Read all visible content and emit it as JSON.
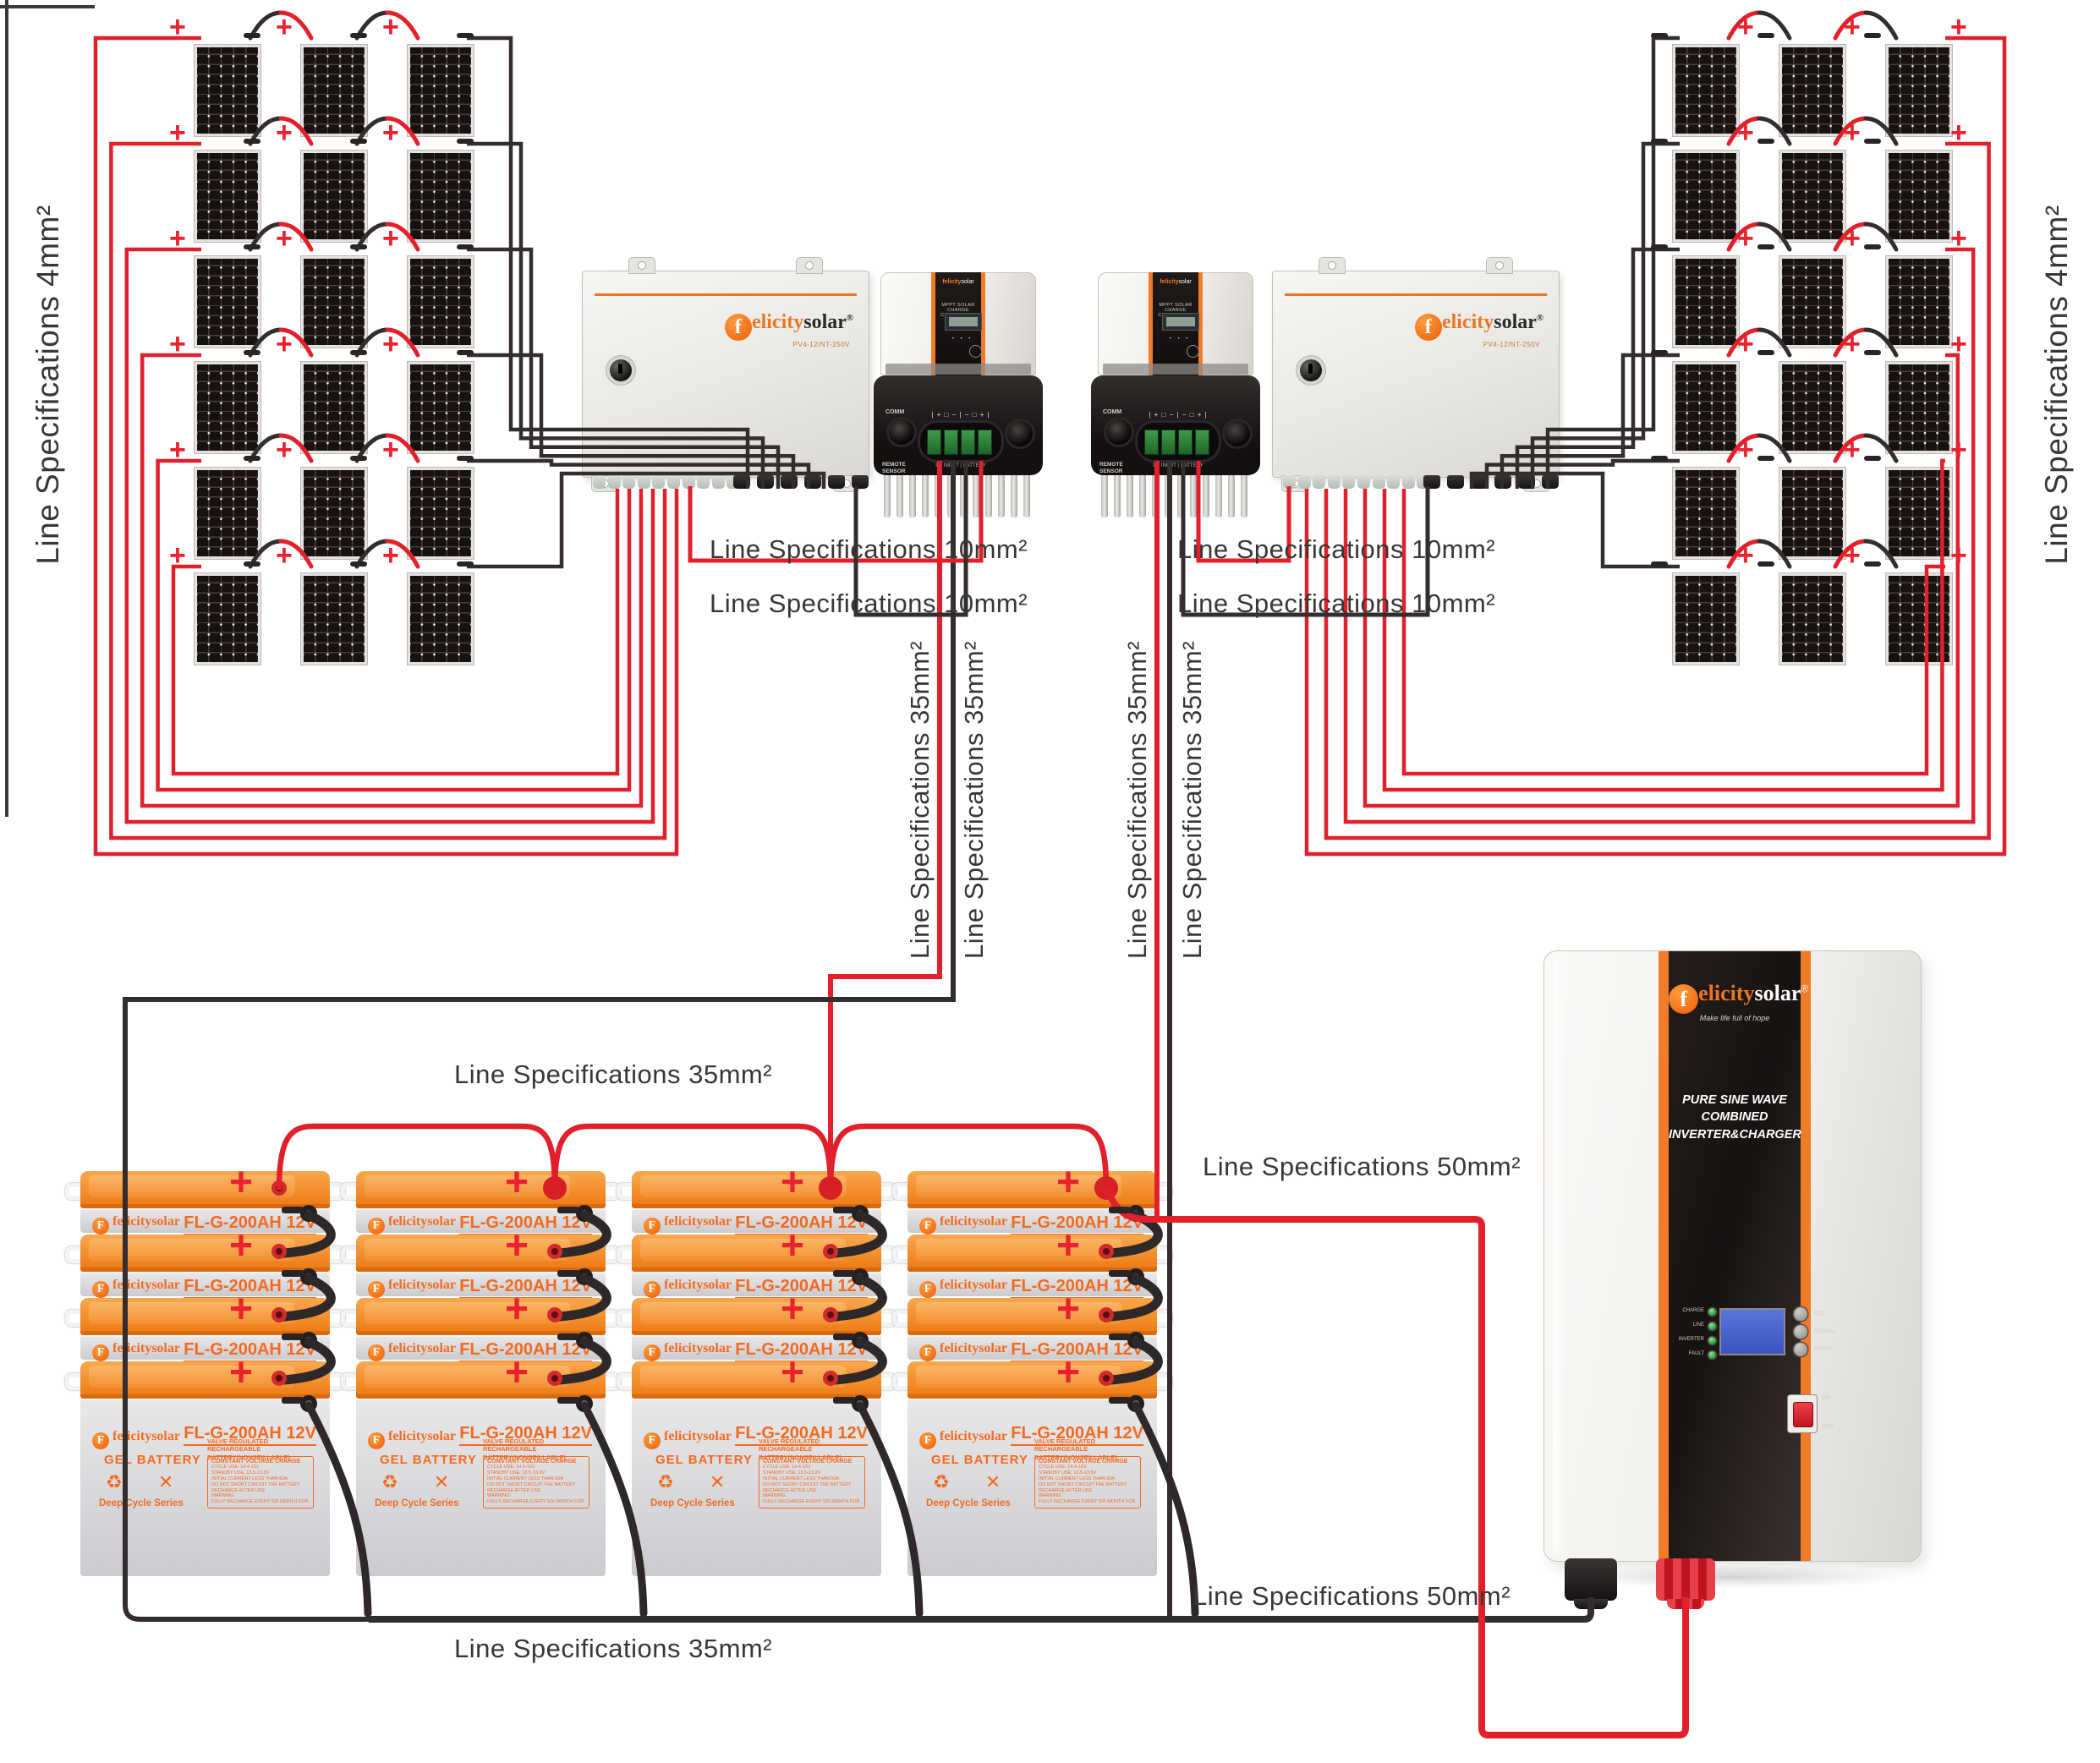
{
  "labels": {
    "spec4": "Line Specifications 4mm²",
    "spec10": "Line Specifications 10mm²",
    "spec35": "Line Specifications 35mm²",
    "spec50": "Line Specifications 50mm²"
  },
  "marks": {
    "plus": "+",
    "minus": "−"
  },
  "combiner": {
    "logo_f": "f",
    "logo_elicity": "elicity",
    "logo_solar": "solar",
    "logo_reg": "®",
    "subtitle": "PV4-12/NT-250V"
  },
  "controller": {
    "brand": "felicitysolar",
    "title": "MPPT SOLAR CHARGE CONTROLLER",
    "indicators": "• • •",
    "comm": "COMM",
    "remote_sensor_1": "REMOTE",
    "remote_sensor_2": "SENSOR",
    "terminal_marks": "| + □ − | − □ + |",
    "pv_bat": "PV INPUT   |   BATTERY"
  },
  "inverter": {
    "logo_f": "f",
    "logo_elicity": "elicity",
    "logo_solar": "solar",
    "logo_reg": "®",
    "tagline": "Make life full of hope",
    "title_line1": "PURE SINE WAVE COMBINED",
    "title_line2": "INVERTER&CHARGER",
    "leds": [
      "CHARGE",
      "LINE",
      "INVERTER",
      "FAULT"
    ],
    "buttons": [
      "ESC",
      "SCROLL",
      "ENTER"
    ],
    "switch_on": "ON",
    "switch_off": "OFF"
  },
  "battery": {
    "brand": "felicitysolar",
    "logo_f": "F",
    "model": "FL-G-200AH 12V",
    "valve_line1": "VALVE REGULATED",
    "valve_line2": "RECHARGEABLE BATTERY(NONSPILLABLE)",
    "gel": "GEL BATTERY",
    "series": "Deep Cycle Series",
    "recycle_icon": "♻",
    "notrash_icon": "✕",
    "cv_title": "CONSTANT VOLTAGE CHARGE",
    "cv_lines": [
      "CYCLE USE: 14.4-15V",
      "STANDBY USE: 13.5-13.8V",
      "INITIAL CURRENT LESS THAN 60A",
      "DO NOT SHORT CIRCUIT THE BATTERY",
      "RECHARGE AFTER USE",
      "WARNING:",
      "FULLY RECHARGE EVERY SIX MONTH FOR MAINTENANCE"
    ]
  }
}
